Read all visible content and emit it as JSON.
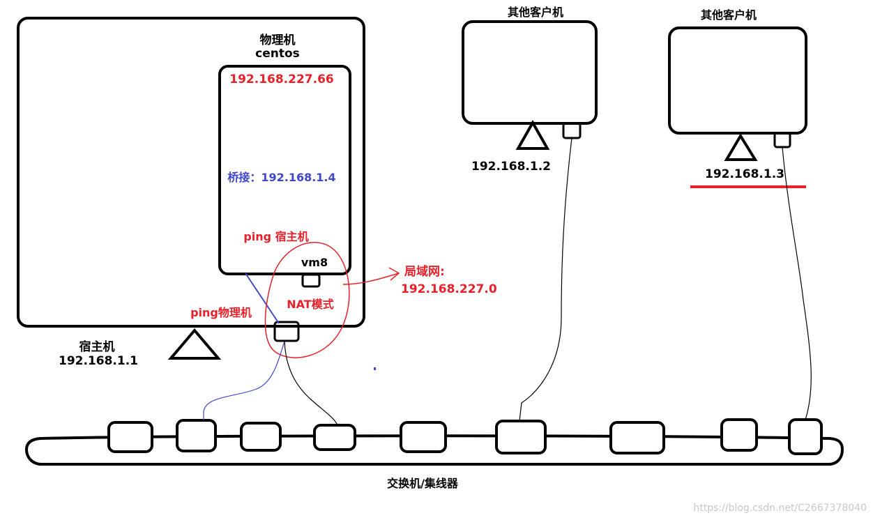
{
  "labels": {
    "host_name": "宿主机",
    "host_ip": "192.168.1.1",
    "physical_title_1": "物理机",
    "physical_title_2": "centos",
    "vm_ip": "192.168.227.66",
    "bridge_label": "桥接：192.168.1.4",
    "ping_host": "ping 宿主机",
    "vm8": "vm8",
    "nat_mode": "NAT模式",
    "ping_physical": "ping物理机",
    "lan_title": "局域网:",
    "lan_ip": "192.168.227.0",
    "client1_title": "其他客户机",
    "client1_ip": "192.168.1.2",
    "client2_title": "其他客户机",
    "client2_ip": "192.168.1.3",
    "switch_label": "交换机/集线器",
    "watermark": "https://blog.csdn.net/C2667378040"
  },
  "colors": {
    "stroke": "#000000",
    "red": "#e8202a",
    "blue": "#3f48cc",
    "watermark": "#c8c8c8"
  },
  "icons": {
    "host": "triangle-icon",
    "client1": "triangle-icon",
    "client2": "triangle-icon"
  }
}
